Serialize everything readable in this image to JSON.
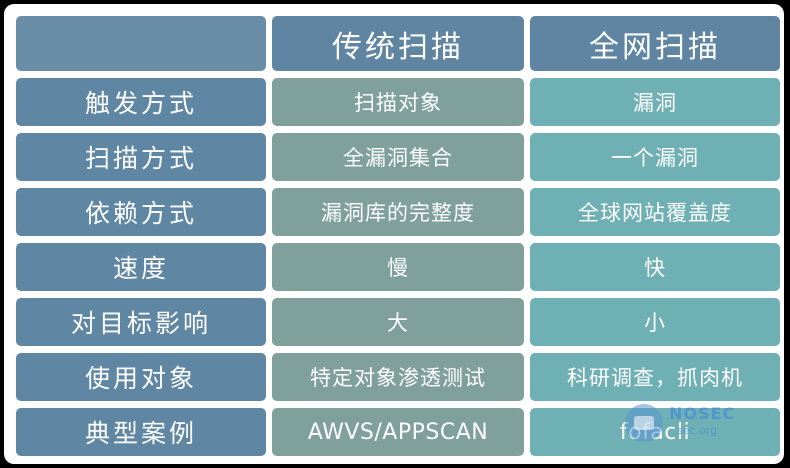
{
  "table": {
    "headers": [
      "",
      "传统扫描",
      "全网扫描"
    ],
    "rows": [
      {
        "label": "触发方式",
        "traditional": "扫描对象",
        "full": "漏洞"
      },
      {
        "label": "扫描方式",
        "traditional": "全漏洞集合",
        "full": "一个漏洞"
      },
      {
        "label": "依赖方式",
        "traditional": "漏洞库的完整度",
        "full": "全球网站覆盖度"
      },
      {
        "label": "速度",
        "traditional": "慢",
        "full": "快"
      },
      {
        "label": "对目标影响",
        "traditional": "大",
        "full": "小"
      },
      {
        "label": "使用对象",
        "traditional": "特定对象渗透测试",
        "full": "科研调查，抓肉机"
      },
      {
        "label": "典型案例",
        "traditional": "AWVS/APPSCAN",
        "full": "fofacli"
      }
    ]
  },
  "watermark": {
    "name": "NOSEC",
    "domain": "sec.org"
  },
  "colors": {
    "header": "#5f85a2",
    "row_label": "#5f86a3",
    "traditional_cell": "#7fa09b",
    "full_cell": "#6fb0b4"
  }
}
